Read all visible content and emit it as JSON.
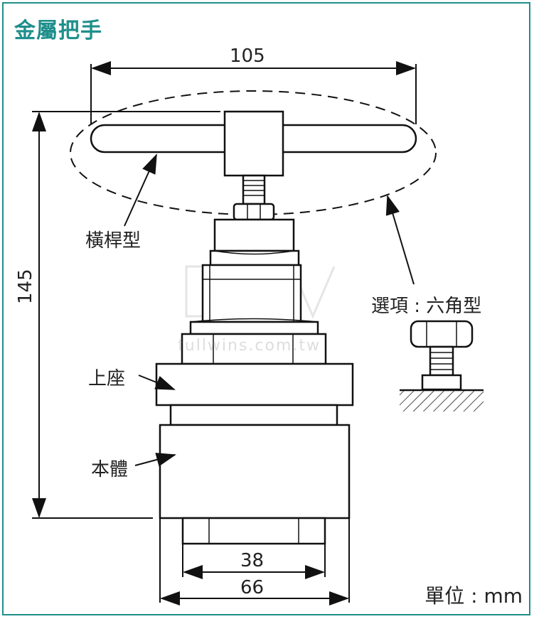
{
  "title": "金屬把手",
  "dimensions": {
    "width_handle": "105",
    "height_total": "145",
    "width_small": "38",
    "width_body": "66"
  },
  "labels": {
    "lever": "橫桿型",
    "option": "選項 : 六角型",
    "upper_seat": "上座",
    "body": "本體"
  },
  "unit": "單位 : mm",
  "watermark": "fullwins.com.tw",
  "colors": {
    "accent": "#1f8f8c",
    "line": "#111111"
  }
}
